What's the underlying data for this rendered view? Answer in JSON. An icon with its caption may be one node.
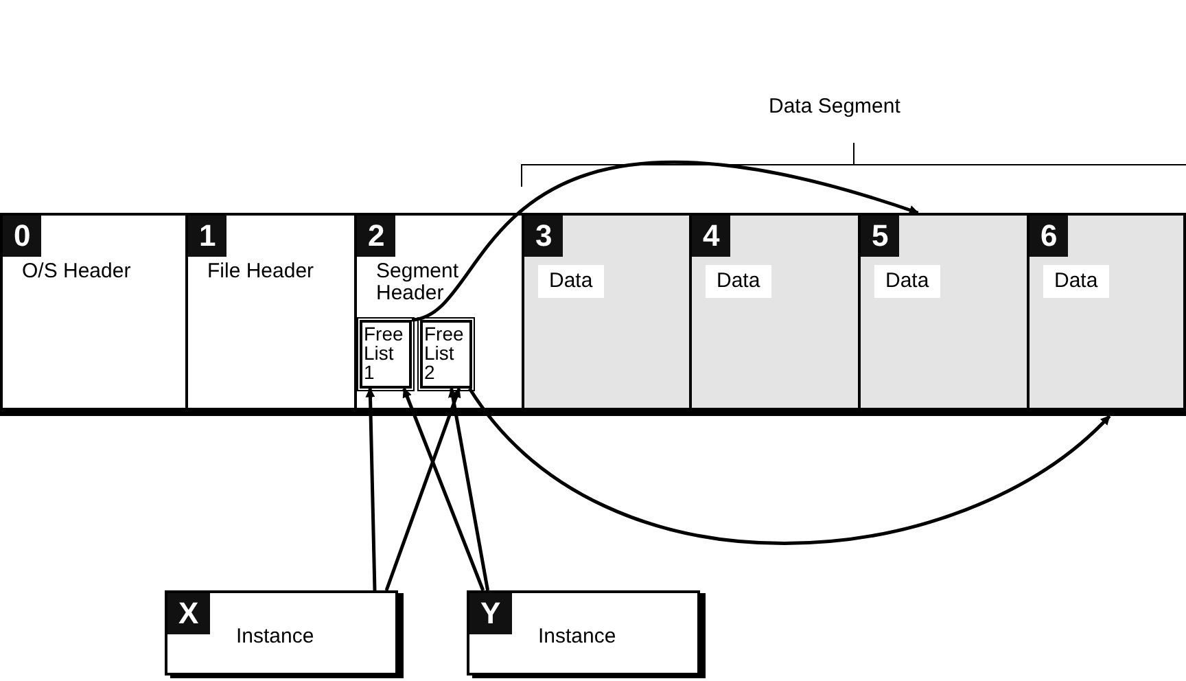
{
  "diagram": {
    "nodes": [
      {
        "text": [
          "0",
          "O/S Header"
        ]
      },
      {
        "text": [
          "1",
          "File Header"
        ]
      },
      {
        "text": [
          "2",
          "Segment Header"
        ]
      },
      {
        "text": [
          "Free List 1"
        ],
        "in": 2
      },
      {
        "text": [
          "Free List 2"
        ],
        "in": 2
      },
      {
        "text": [
          "3",
          "Data"
        ]
      },
      {
        "text": [
          "4",
          "Data"
        ]
      },
      {
        "text": [
          "5",
          "Data"
        ]
      },
      {
        "text": [
          "6",
          "Data"
        ]
      },
      {
        "text": [
          "X",
          "Instance"
        ]
      },
      {
        "text": [
          "Y",
          "Instance"
        ]
      }
    ],
    "edges": [
      {
        "from": 3,
        "to": 7,
        "arrow": "to"
      },
      {
        "from": 4,
        "to": 8,
        "arrow": "to"
      },
      {
        "from": 9,
        "to": 3,
        "arrow": "to"
      },
      {
        "from": 9,
        "to": 4,
        "arrow": "to"
      },
      {
        "from": 10,
        "to": 3,
        "arrow": "to"
      },
      {
        "from": 10,
        "to": 4,
        "arrow": "to"
      }
    ],
    "labels": [
      "Data Segment"
    ]
  }
}
